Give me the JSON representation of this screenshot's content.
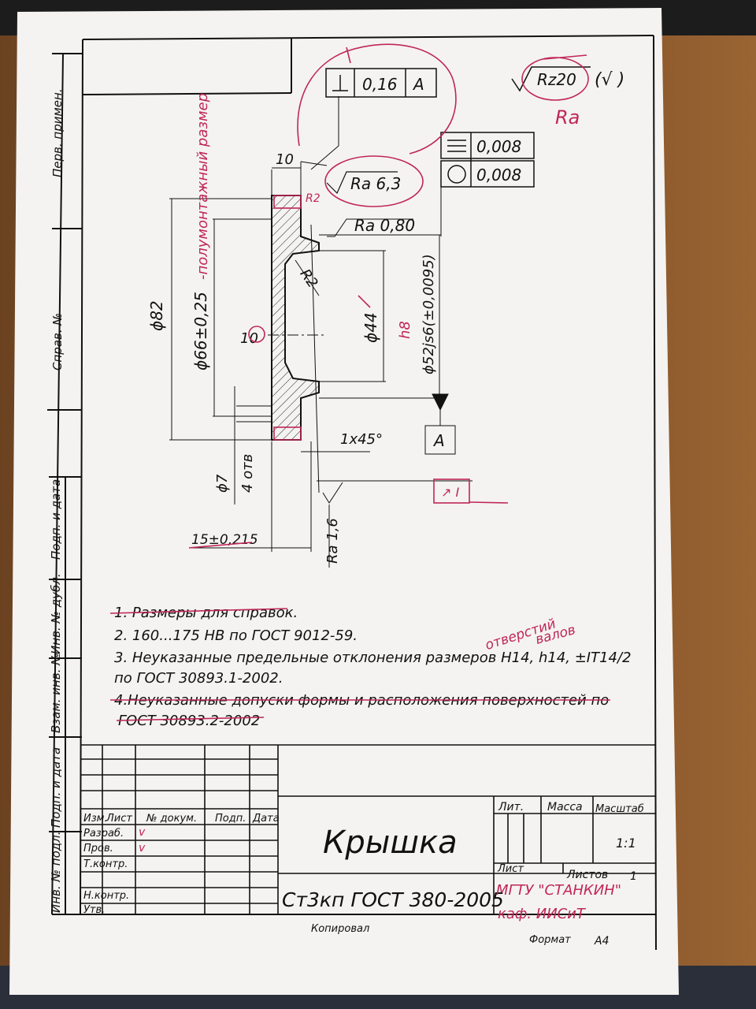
{
  "sheet": {
    "side_labels": [
      "Перв. примен.",
      "Справ. №",
      "Подп. и дата",
      "Инв. № дубл.",
      "Взам. инв. №",
      "Подп. и дата",
      "Инв. № подл."
    ]
  },
  "drawing": {
    "geometric_tolerance": {
      "tol": "0,16",
      "datum": "A"
    },
    "roughness_general": "Rz20",
    "roughness_general_note": "Ra",
    "flatness": "0,008",
    "roundness": "0,008",
    "dim_10_top": "10",
    "ra_6_3": "Ra 6,3",
    "ra_0_80": "Ra 0,80",
    "ra_1_6": "Ra 1,6",
    "radius_r2": "R2",
    "radius_r2_small": "R2",
    "diam_82": "ϕ82",
    "diam_66": "ϕ66±0,25",
    "diam_66_note": "-полумонтажный размер",
    "diam_44": "ϕ44",
    "diam_52": "ϕ52js6(±0,0095)",
    "diam_52_note": "h8",
    "dim_10_side": "10",
    "chamfer": "1x45°",
    "datum_a": "A",
    "holes_diam": "ϕ7",
    "holes_count": "4 отв",
    "width_15": "15±0,215",
    "red_box_text": "↗ I"
  },
  "notes": {
    "n1": "1. Размеры для справок.",
    "n2": "2. 160...175 НВ по ГОСТ 9012-59.",
    "n3a": "3. Неуказанные предельные отклонения размеров  Н14, h14,  ±IT14/2",
    "n3b": "по ГОСТ 30893.1-2002.",
    "n4a": "4.Неуказанные допуски формы и расположения поверхностей по",
    "n4b": "ГОСТ 30893.2-2002",
    "hand_top": "отверстий",
    "hand_bottom": "валов"
  },
  "title_block": {
    "hdr_izm": "Изм.",
    "hdr_list": "Лист",
    "hdr_doc": "№ докум.",
    "hdr_podp": "Подп.",
    "hdr_data": "Дата",
    "row_razrab": "Разраб.",
    "row_prov": "Пров.",
    "row_tkontr": "Т.контр.",
    "row_nkontr": "Н.контр.",
    "row_utv": "Утв.",
    "check1": "v",
    "check2": "v",
    "title": "Крышка",
    "material": "Ст3кп ГОСТ 380-2005",
    "lit": "Лит.",
    "massa": "Масса",
    "masshtab": "Масштаб",
    "scale": "1:1",
    "list": "Лист",
    "listov": "Листов",
    "listov_val": "1",
    "org_line1": "МГТУ \"СТАНКИН\"",
    "org_line2": "каф. ИИСиТ",
    "kopiroval": "Копировал",
    "format_label": "Формат",
    "format_val": "А4"
  }
}
